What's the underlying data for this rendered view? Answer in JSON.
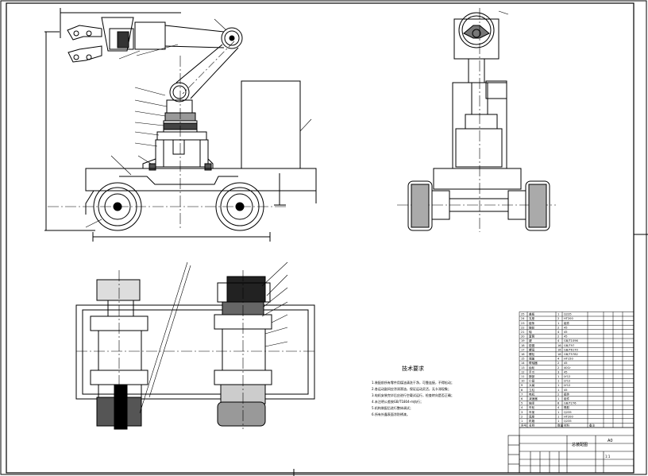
{
  "drawing": {
    "notes_title": "技术要求",
    "notes": [
      "1.装配前所有零件用煤油清洗干净，可靠连接，不得松动；",
      "2.各运动副间应涂润滑油，保证运动灵活，无卡滞现象；",
      "3.电机安装完毕后应进行空载试运行，检查转向是否正确；",
      "4.未注明公差按GB/T1804-m执行；",
      "5.机构装配后进行整体调试；",
      "6.所有外露表面涂防锈漆。"
    ],
    "title_block": {
      "drawing_name": "总装配图",
      "scale": "1:1",
      "sheet_size": "A0"
    },
    "parts_list": [
      {
        "no": "1",
        "name": "机箱",
        "qty": "1",
        "material": "Q235"
      },
      {
        "no": "2",
        "name": "底座",
        "qty": "1",
        "material": "HT200"
      },
      {
        "no": "3",
        "name": "车架",
        "qty": "1",
        "material": "Q235"
      },
      {
        "no": "4",
        "name": "车轮",
        "qty": "4",
        "material": "橡胶"
      },
      {
        "no": "5",
        "name": "轴承",
        "qty": "8",
        "material": "GB/T276"
      },
      {
        "no": "6",
        "name": "减速器",
        "qty": "1",
        "material": "组件"
      },
      {
        "no": "7",
        "name": "电机",
        "qty": "2",
        "material": "组件"
      },
      {
        "no": "8",
        "name": "立柱",
        "qty": "1",
        "material": "45"
      },
      {
        "no": "9",
        "name": "大臂",
        "qty": "1",
        "material": "LY12"
      },
      {
        "no": "10",
        "name": "小臂",
        "qty": "1",
        "material": "LY12"
      },
      {
        "no": "11",
        "name": "腕部",
        "qty": "1",
        "material": "LY12"
      },
      {
        "no": "12",
        "name": "手爪",
        "qty": "3",
        "material": "45"
      },
      {
        "no": "13",
        "name": "齿轮",
        "qty": "2",
        "material": "40Cr"
      },
      {
        "no": "14",
        "name": "联轴器",
        "qty": "2",
        "material": "45"
      },
      {
        "no": "15",
        "name": "端盖",
        "qty": "4",
        "material": "HT150"
      },
      {
        "no": "16",
        "name": "螺栓",
        "qty": "16",
        "material": "GB/T5782"
      },
      {
        "no": "17",
        "name": "螺母",
        "qty": "16",
        "material": "GB/T6170"
      },
      {
        "no": "18",
        "name": "垫圈",
        "qty": "16",
        "material": "GB/T97"
      },
      {
        "no": "19",
        "name": "键",
        "qty": "4",
        "material": "GB/T1096"
      },
      {
        "no": "20",
        "name": "套筒",
        "qty": "2",
        "material": "45"
      },
      {
        "no": "21",
        "name": "轴",
        "qty": "4",
        "material": "45"
      },
      {
        "no": "22",
        "name": "链轮",
        "qty": "2",
        "material": "45"
      },
      {
        "no": "23",
        "name": "链条",
        "qty": "1",
        "material": "组件"
      },
      {
        "no": "24",
        "name": "支座",
        "qty": "2",
        "material": "HT200"
      },
      {
        "no": "25",
        "name": "盖板",
        "qty": "1",
        "material": "Q235"
      }
    ],
    "parts_header": [
      "序号",
      "名称",
      "数量",
      "材料",
      "备注"
    ]
  }
}
